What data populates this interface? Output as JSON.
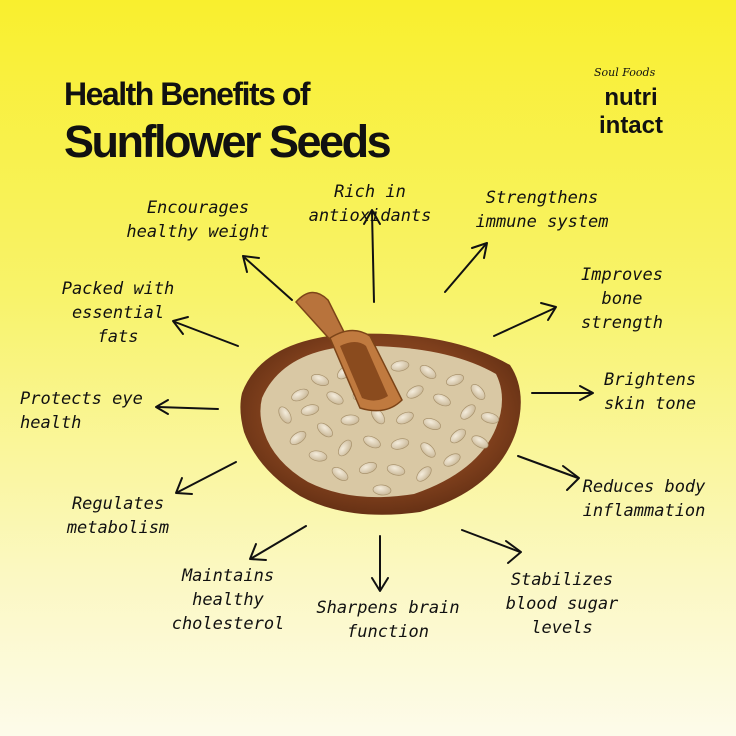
{
  "title": {
    "line1": "Health Benefits of",
    "line2": "Sunflower Seeds"
  },
  "brand": {
    "tagline": "Soul Foods",
    "name": "nutri\nintact"
  },
  "benefits": {
    "rich_in_antioxidants": "Rich in\nantioxidants",
    "strengthens_immune_system": "Strengthens\nimmune system",
    "encourages_healthy_weight": "Encourages\nhealthy weight",
    "packed_with_essential_fats": "Packed with\nessential\nfats",
    "improves_bone_strength": "Improves\nbone\nstrength",
    "protects_eye_health": "Protects eye\nhealth",
    "brightens_skin_tone": "Brightens\nskin tone",
    "regulates_metabolism": "Regulates\nmetabolism",
    "reduces_body_inflammation": "Reduces body\ninflammation",
    "maintains_healthy_cholesterol": "Maintains\nhealthy\ncholesterol",
    "sharpens_brain_function": "Sharpens brain\nfunction",
    "stabilizes_blood_sugar_levels": "Stabilizes\nblood sugar\nlevels"
  },
  "colors": {
    "background_top": "#f9ef2e",
    "background_bottom": "#fdfbea",
    "text": "#111111",
    "bowl": "#8b4a24"
  }
}
